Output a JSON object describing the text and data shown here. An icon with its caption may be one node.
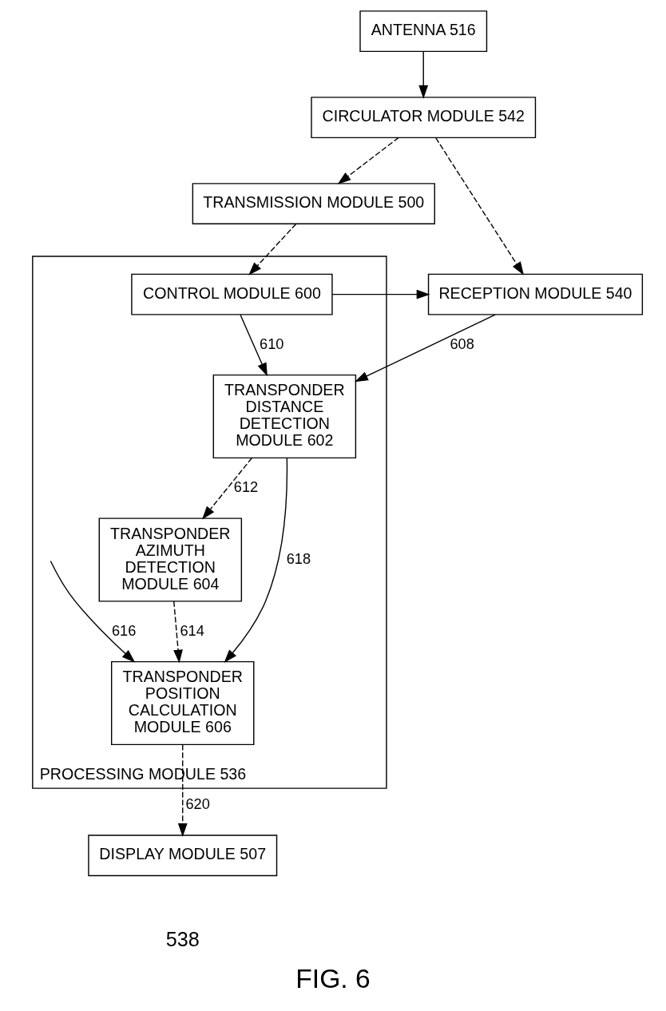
{
  "diagram": {
    "caption": "FIG. 6",
    "nodes": [
      {
        "text": [
          "ANTENNA 516"
        ]
      },
      {
        "text": [
          "CIRCULATOR MODULE 542"
        ]
      },
      {
        "text": [
          "TRANSMISSION MODULE 500"
        ]
      },
      {
        "text": [
          "RECEPTION MODULE 540"
        ]
      },
      {
        "text": [
          "PROCESSING MODULE 536"
        ]
      },
      {
        "text": [
          "CONTROL MODULE 600"
        ],
        "in": 4
      },
      {
        "text": [
          "TRANSPONDER DISTANCE DETECTION MODULE 602"
        ],
        "in": 4
      },
      {
        "text": [
          "TRANSPONDER AZIMUTH DETECTION MODULE 604"
        ],
        "in": 4
      },
      {
        "text": [
          "TRANSPONDER POSITION CALCULATION MODULE 606"
        ],
        "in": 4
      },
      {
        "text": [
          "DISPLAY MODULE 507"
        ]
      }
    ],
    "edges": [
      {
        "from": 0,
        "to": 1,
        "arrow": "to"
      },
      {
        "from": 1,
        "to": 2,
        "arrow": "to",
        "style": "dashed"
      },
      {
        "from": 1,
        "to": 3,
        "arrow": "to",
        "style": "dashed"
      },
      {
        "from": 2,
        "to": 5,
        "arrow": "to",
        "style": "dashed"
      },
      {
        "from": 5,
        "to": 3,
        "arrow": "to"
      },
      {
        "from": 5,
        "to": 6,
        "arrow": "to",
        "label": "610"
      },
      {
        "from": 3,
        "to": 6,
        "arrow": "to",
        "label": "608"
      },
      {
        "from": 6,
        "to": 7,
        "arrow": "to",
        "style": "dashed",
        "label": "612"
      },
      {
        "from": 7,
        "to": 8,
        "arrow": "to",
        "style": "dashed",
        "label": "614"
      },
      {
        "from": 6,
        "to": 8,
        "arrow": "to",
        "label": "618"
      },
      {
        "from": null,
        "to": 8,
        "arrow": "to",
        "label": "616"
      },
      {
        "from": 8,
        "to": 9,
        "arrow": "to",
        "style": "dashed",
        "label": "620"
      }
    ],
    "labels": [
      "538"
    ]
  }
}
